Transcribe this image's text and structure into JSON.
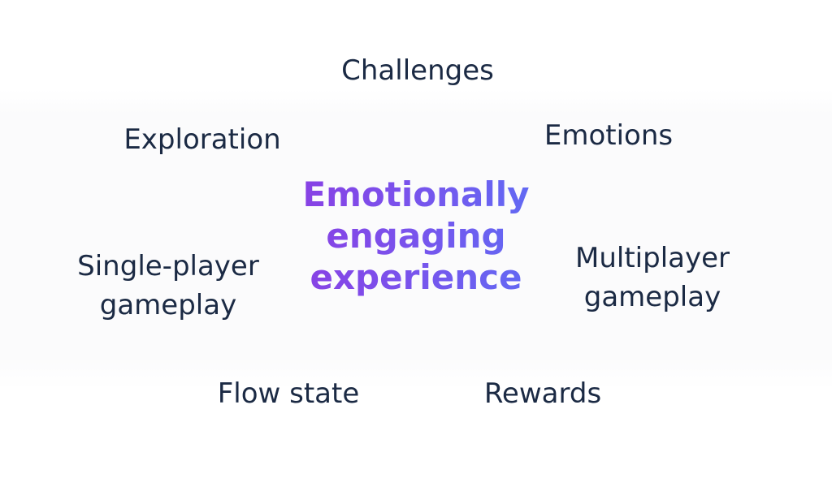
{
  "center": {
    "lines": [
      "Emotionally",
      "engaging",
      "experience"
    ]
  },
  "terms": {
    "challenges": "Challenges",
    "exploration": "Exploration",
    "emotions": "Emotions",
    "single_player": [
      "Single-player",
      "gameplay"
    ],
    "multiplayer": [
      "Multiplayer",
      "gameplay"
    ],
    "flow_state": "Flow state",
    "rewards": "Rewards"
  },
  "colors": {
    "text": "#1b2a44",
    "accent_start": "#8a3fe3",
    "accent_end": "#5f6cf4"
  }
}
